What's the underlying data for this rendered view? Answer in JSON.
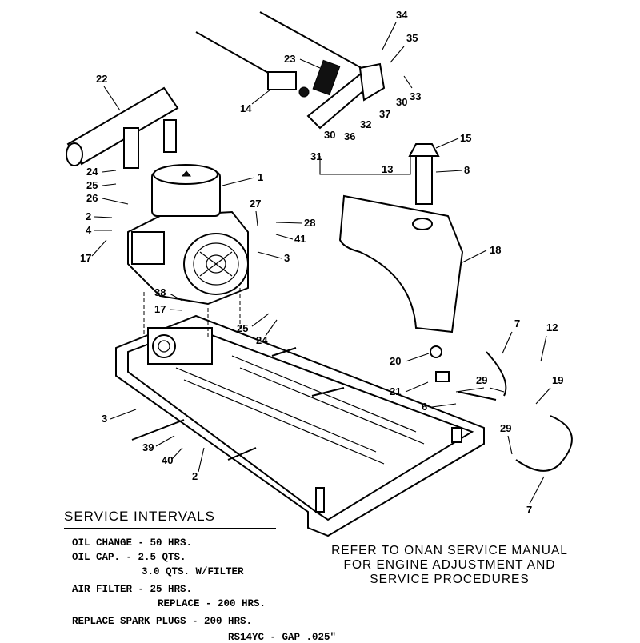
{
  "callouts": [
    "1",
    "2",
    "3",
    "4",
    "6",
    "7",
    "8",
    "12",
    "13",
    "14",
    "15",
    "17",
    "18",
    "19",
    "20",
    "21",
    "22",
    "23",
    "24",
    "25",
    "26",
    "27",
    "28",
    "29",
    "30",
    "31",
    "32",
    "33",
    "34",
    "35",
    "36",
    "37",
    "38",
    "39",
    "40",
    "41"
  ],
  "service": {
    "title": "SERVICE INTERVALS",
    "lines": [
      "OIL CHANGE - 50 HRS.",
      "OIL CAP. - 2.5 QTS.",
      "3.0 QTS. W/FILTER",
      "AIR FILTER - 25 HRS.",
      "REPLACE - 200 HRS.",
      "REPLACE SPARK PLUGS - 200 HRS.",
      "RS14YC - GAP .025\""
    ]
  },
  "refer": [
    "REFER TO ONAN SERVICE MANUAL",
    "FOR ENGINE ADJUSTMENT AND",
    "SERVICE PROCEDURES"
  ]
}
